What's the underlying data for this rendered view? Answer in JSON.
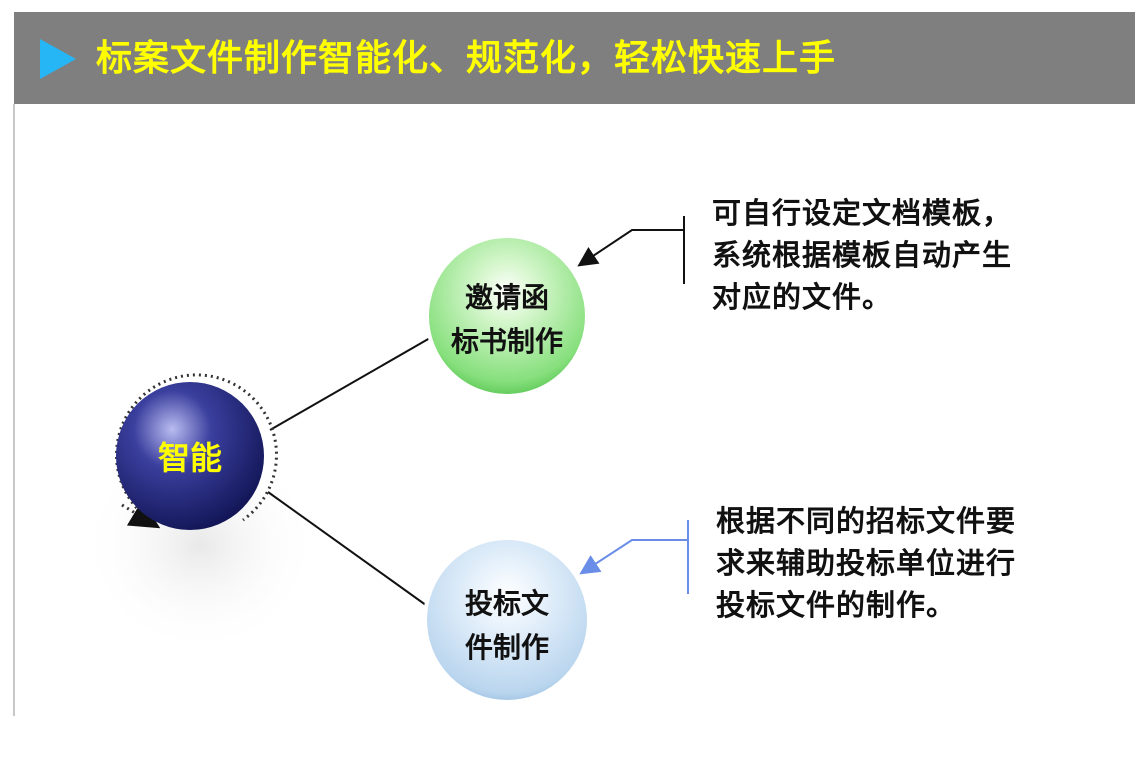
{
  "header": {
    "title": "标案文件制作智能化、规范化，轻松快速上手",
    "accent_color": "#27b6f5",
    "title_color": "#ffff00",
    "bar_color": "#7f7f7f",
    "arrow_icon": "triangle-play-icon"
  },
  "diagram": {
    "hub": {
      "label": "智能",
      "color": "#1a1f6e"
    },
    "nodes": [
      {
        "label": "邀请函\n标书制作",
        "color": "#8fe08a",
        "description": "可自行设定文档模板，\n系统根据模板自动产生\n对应的文件。"
      },
      {
        "label": "投标文\n件制作",
        "color": "#c2dcf0",
        "description": "根据不同的招标文件要\n求来辅助投标单位进行\n投标文件的制作。"
      }
    ]
  }
}
